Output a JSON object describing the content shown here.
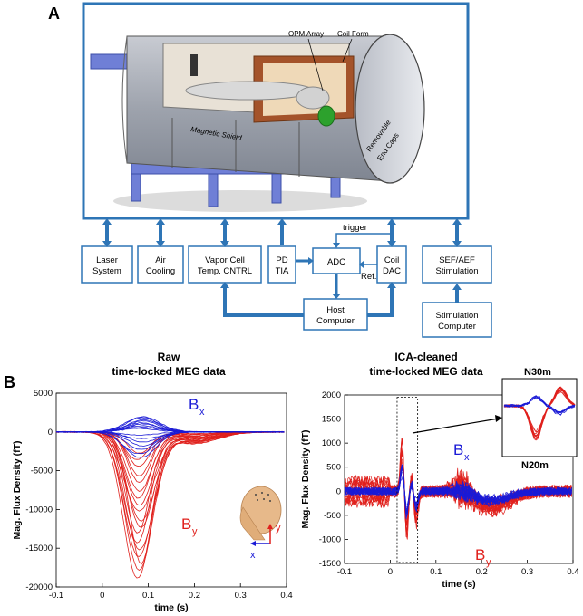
{
  "panel_a": {
    "label": "A",
    "scanner_labels": {
      "opm_array": "OPM Array",
      "coil_form": "Coil Form",
      "magnetic_shield": "Magnetic Shield",
      "end_caps_1": "Removable",
      "end_caps_2": "End Caps"
    },
    "boxes": {
      "laser": [
        "Laser",
        "System"
      ],
      "air": [
        "Air",
        "Cooling"
      ],
      "vapor": [
        "Vapor Cell",
        "Temp. CNTRL"
      ],
      "pd": [
        "PD",
        "TIA"
      ],
      "adc": [
        "ADC"
      ],
      "coil": [
        "Coil",
        "DAC"
      ],
      "sef": [
        "SEF/AEF",
        "Stimulation"
      ],
      "host": [
        "Host",
        "Computer"
      ],
      "stimcomp": [
        "Stimulation",
        "Computer"
      ]
    },
    "trigger_label": "trigger",
    "ref_label": "Ref.",
    "colors": {
      "blue": "#2e75b6"
    }
  },
  "panel_b": {
    "label": "B",
    "raw_title_1": "Raw",
    "raw_title_2": "time-locked MEG data",
    "ica_title_1": "ICA-cleaned",
    "ica_title_2": "time-locked MEG data",
    "bx": "B",
    "bx_sub": "x",
    "by": "B",
    "by_sub": "y",
    "inset_top": "N30m",
    "inset_bottom": "N20m",
    "head_axis_y": "y",
    "head_axis_x": "x",
    "colors": {
      "bx": "#1a1ad6",
      "by": "#e0201c"
    }
  },
  "chart_data": [
    {
      "type": "line",
      "xlabel": "time (s)",
      "ylabel": "Mag. Flux Density (fT)",
      "xlim": [
        -0.1,
        0.4
      ],
      "ylim": [
        -20000,
        5000
      ],
      "xticks": [
        "-0.1",
        "0",
        "0.1",
        "0.2",
        "0.3",
        "0.4"
      ],
      "yticks": [
        "5000",
        "0",
        "-5000",
        "-10000",
        "-15000",
        "-20000"
      ],
      "series": [
        {
          "name": "Bx",
          "color": "#1a1ad6",
          "peak_time": 0.08,
          "peak_range": [
            -4000,
            2000
          ]
        },
        {
          "name": "By",
          "color": "#e0201c",
          "peak_time": 0.08,
          "peak_range": [
            -19500,
            -2500
          ]
        }
      ]
    },
    {
      "type": "line",
      "xlabel": "time (s)",
      "ylabel": "Mag. Flux Density (fT)",
      "xlim": [
        -0.1,
        0.4
      ],
      "ylim": [
        -1500,
        2000
      ],
      "xticks": [
        "-0.1",
        "0",
        "0.1",
        "0.2",
        "0.3",
        "0.4"
      ],
      "yticks": [
        "2000",
        "1500",
        "1000",
        "500",
        "0",
        "-500",
        "-1000",
        "-1500"
      ],
      "series": [
        {
          "name": "Bx",
          "color": "#1a1ad6"
        },
        {
          "name": "By",
          "color": "#e0201c"
        }
      ]
    }
  ]
}
